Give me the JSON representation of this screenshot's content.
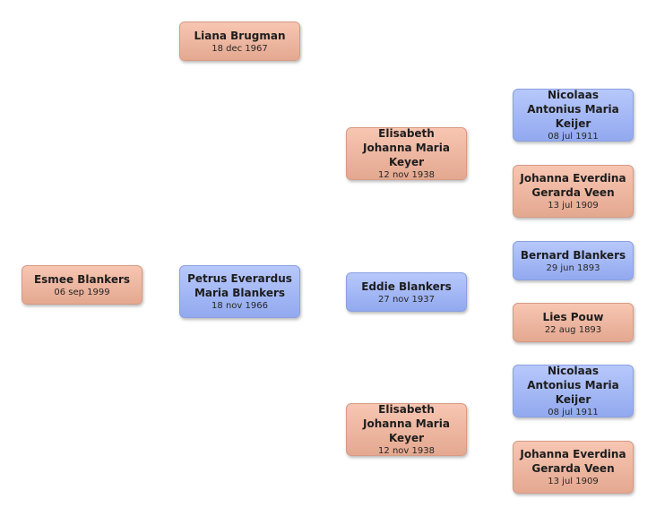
{
  "people": {
    "esmee": {
      "name": "Esmee Blankers",
      "date": "06 sep 1999",
      "gender": "female"
    },
    "liana": {
      "name": "Liana Brugman",
      "date": "18 dec 1967",
      "gender": "female"
    },
    "petrus": {
      "name": "Petrus Everardus Maria Blankers",
      "date": "18 nov 1966",
      "gender": "male"
    },
    "elisabeth_1": {
      "name": "Elisabeth Johanna Maria Keyer",
      "date": "12 nov 1938",
      "gender": "female"
    },
    "eddie": {
      "name": "Eddie Blankers",
      "date": "27 nov 1937",
      "gender": "male"
    },
    "elisabeth_2": {
      "name": "Elisabeth Johanna Maria Keyer",
      "date": "12 nov 1938",
      "gender": "female"
    },
    "nicolaas_1": {
      "name": "Nicolaas Antonius Maria Keijer",
      "date": "08 jul 1911",
      "gender": "male"
    },
    "johanna_1": {
      "name": "Johanna Everdina Gerarda Veen",
      "date": "13 jul 1909",
      "gender": "female"
    },
    "bernard": {
      "name": "Bernard Blankers",
      "date": "29 jun 1893",
      "gender": "male"
    },
    "lies": {
      "name": "Lies Pouw",
      "date": "22 aug 1893",
      "gender": "female"
    },
    "nicolaas_2": {
      "name": "Nicolaas Antonius Maria Keijer",
      "date": "08 jul 1911",
      "gender": "male"
    },
    "johanna_2": {
      "name": "Johanna Everdina Gerarda Veen",
      "date": "13 jul 1909",
      "gender": "female"
    }
  },
  "colors": {
    "female": "#f0b8a2",
    "male": "#a5b9f5"
  }
}
